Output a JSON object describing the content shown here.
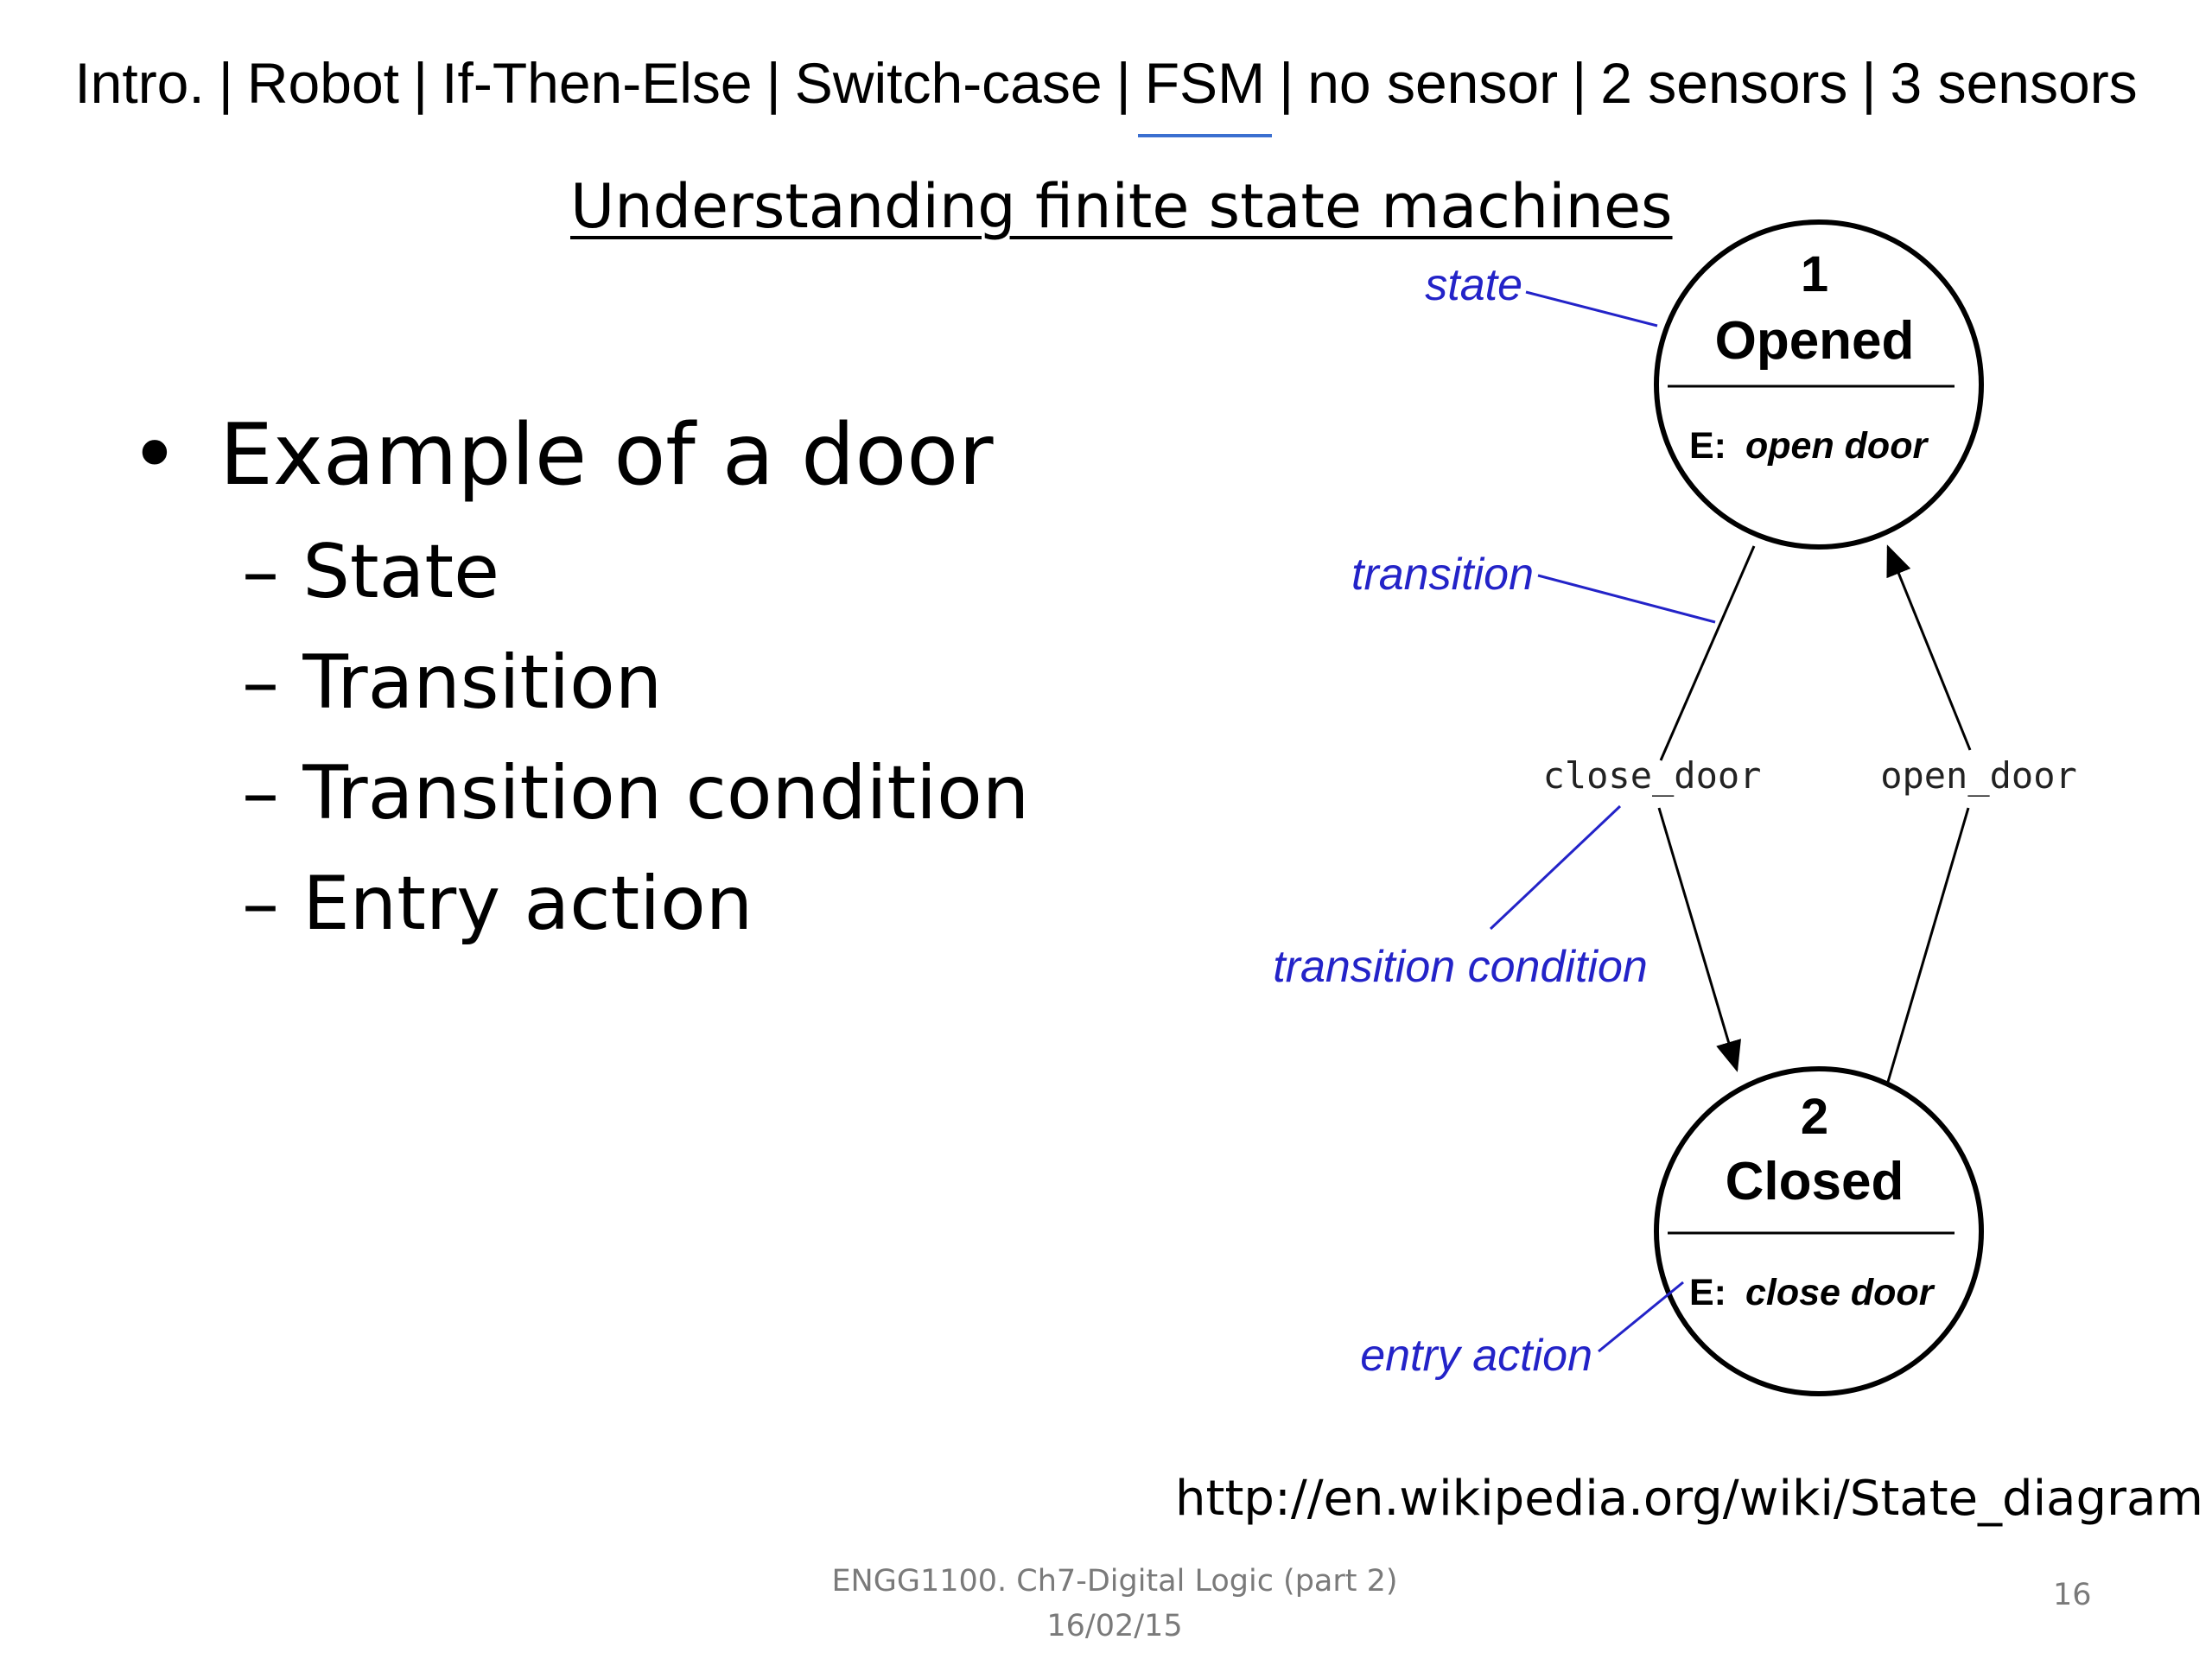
{
  "nav": {
    "items": [
      {
        "label": "Intro.",
        "active": false
      },
      {
        "label": "Robot",
        "active": false
      },
      {
        "label": "If-Then-Else",
        "active": false
      },
      {
        "label": "Switch-case",
        "active": false
      },
      {
        "label": "FSM",
        "active": true
      },
      {
        "label": "no sensor",
        "active": false
      },
      {
        "label": "2 sensors",
        "active": false
      },
      {
        "label": "3 sensors",
        "active": false
      }
    ],
    "separator": "|",
    "active_color": "#3b6fd0"
  },
  "slide": {
    "title": "Understanding finite state machines",
    "bullet": "Example of a door",
    "subitems": [
      "State",
      "Transition",
      "Transition condition",
      "Entry action"
    ]
  },
  "diagram": {
    "states": [
      {
        "number": "1",
        "name": "Opened",
        "entry_prefix": "E:",
        "entry_action": "open door"
      },
      {
        "number": "2",
        "name": "Closed",
        "entry_prefix": "E:",
        "entry_action": "close door"
      }
    ],
    "transitions": [
      {
        "condition": "close_door",
        "from": "1",
        "to": "2"
      },
      {
        "condition": "open_door",
        "from": "2",
        "to": "1"
      }
    ],
    "annotations": {
      "state": "state",
      "transition": "transition",
      "transition_condition": "transition condition",
      "entry_action": "entry action"
    },
    "annotation_color": "#2323c8"
  },
  "source_url": "http://en.wikipedia.org/wiki/State_diagram",
  "footer": {
    "course": "ENGG1100. Ch7-Digital Logic (part 2)",
    "date": "16/02/15",
    "page": "16"
  }
}
